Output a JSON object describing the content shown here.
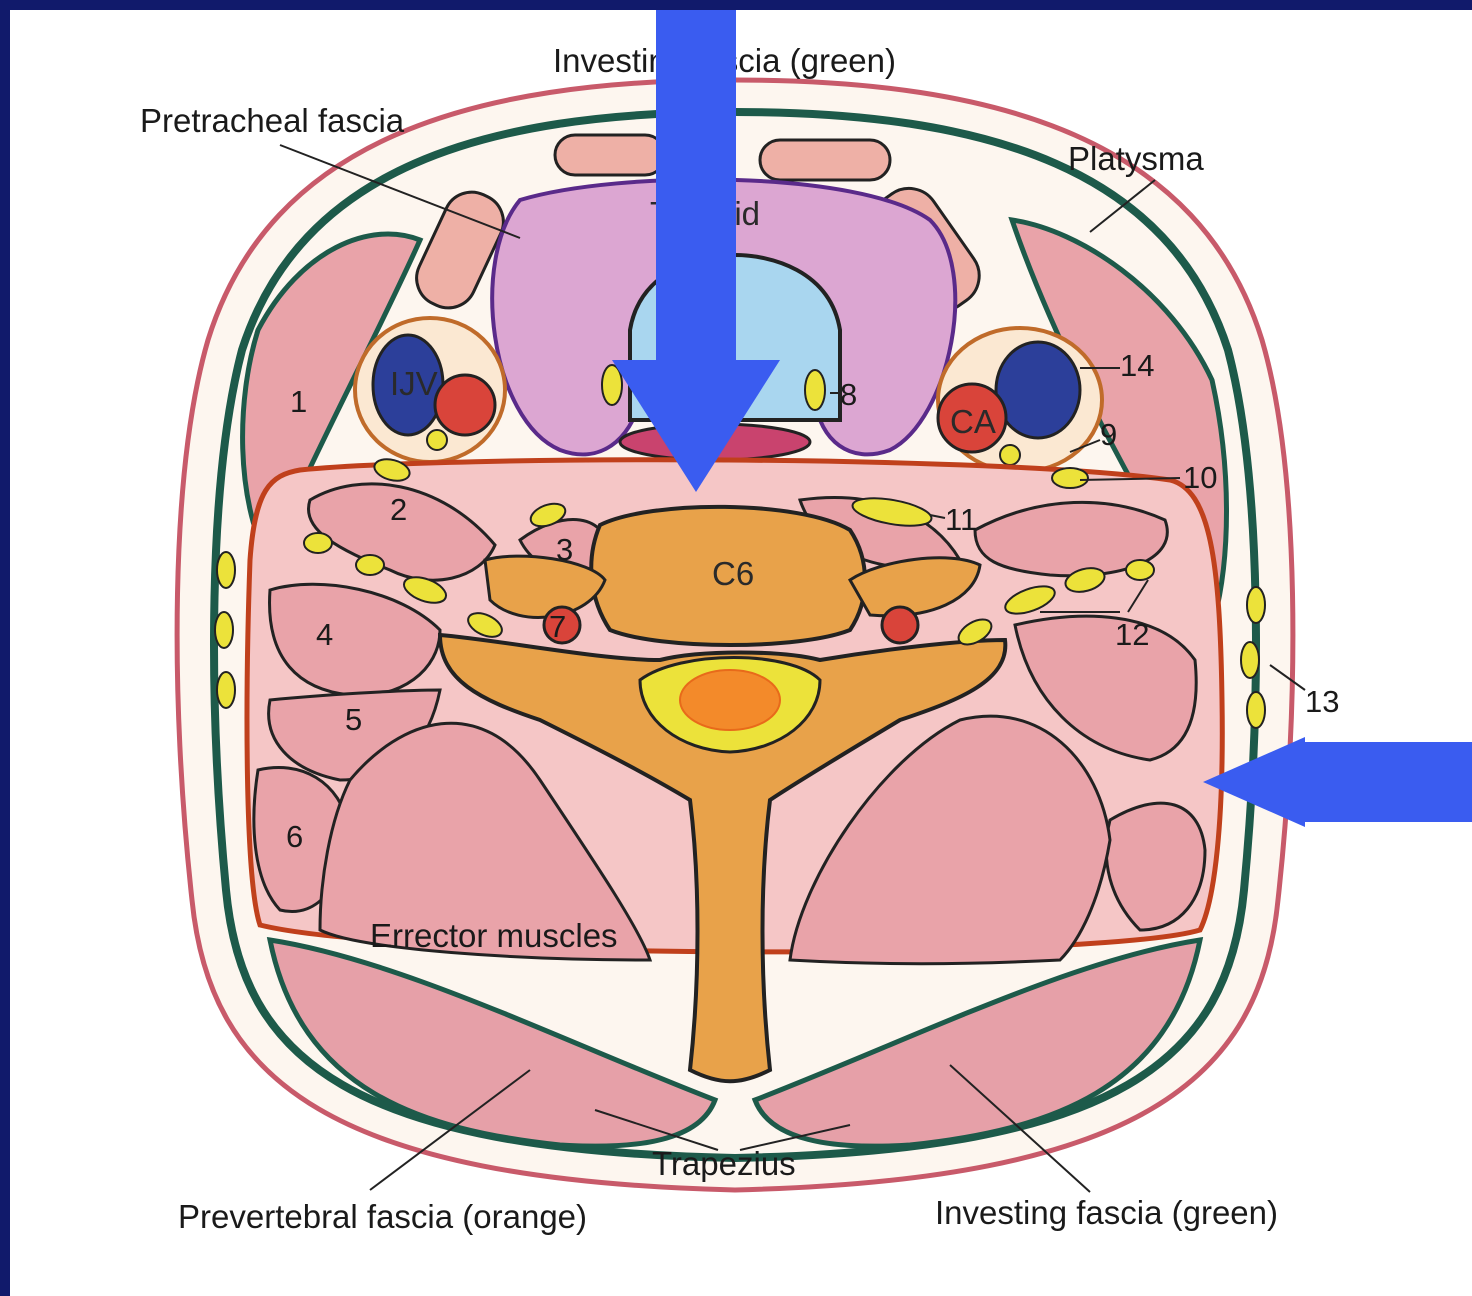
{
  "labels": {
    "investing_fascia_top": "Investing fascia (green)",
    "pretracheal": "Pretracheal fascia",
    "platysma": "Platysma",
    "thyroid": "Thyroid",
    "ijv": "IJV",
    "ca": "CA",
    "c6": "C6",
    "errector": "Errector muscles",
    "trapezius": "Trapezius",
    "prevertebral": "Prevertebral fascia (orange)",
    "investing_fascia_bottom": "Investing fascia (green)"
  },
  "numbers": [
    "1",
    "2",
    "3",
    "4",
    "5",
    "6",
    "7",
    "8",
    "9",
    "10",
    "11",
    "12",
    "13",
    "14"
  ],
  "colors": {
    "border": "#111a6b",
    "arrow": "#3a5cf0",
    "muscle": "#e9a3a9",
    "fascia_green": "#1d5a4a",
    "fascia_orange": "#c0401c",
    "bone": "#e8a24a",
    "nerve": "#ece23a",
    "vein": "#2c3f9a",
    "artery": "#d9443a",
    "thyroid": "#d9a6cf"
  }
}
